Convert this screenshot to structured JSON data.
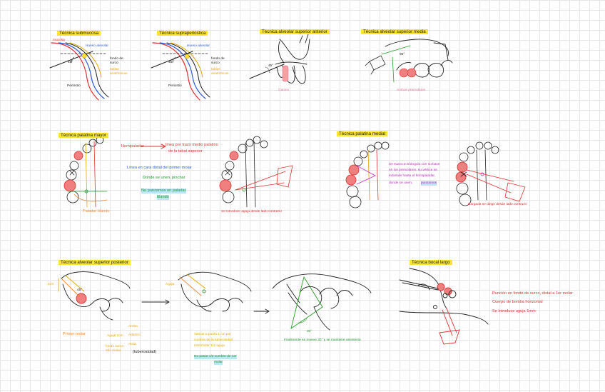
{
  "titles": {
    "submucosa": "Técnica submucosa",
    "supraperiostica": "Técnica supraperiostica",
    "alveolar_sup_anterior": "Técnica alveolar superior anterior",
    "alveolar_sup_media": "Técnica alveolar superior media",
    "palatina_mayor": "Técnica palatina mayor",
    "palatina_medial": "Técnica palatina medial",
    "alveolar_sup_posterior": "Técnica alveolar superior posterior",
    "bucal_largo": "Técnica bucal largo"
  },
  "labels": {
    "mucosa": "mucosa",
    "hueso_alveolar_1": "Hueso alveolar",
    "fondo_surco_1": "fondo de surco",
    "tablas_anat_1": "tablas anatómicas",
    "periostio_1": "Periostio",
    "angle_45_1": "45°",
    "hueso_alveolar_2": "Hueso alveolar",
    "fondo_surco_2": "fondo de surco",
    "tablas_anat_2": "tablas anatómicas",
    "periostio_2": "Periostio",
    "angle_45_2": "45°",
    "angle_45_3": "45°",
    "canino": "Canino",
    "angle_90": "90°",
    "ambos_premolares": "Ambos premolares",
    "hemipaladar": "Hemipaladar",
    "linea_trazo_1": "línea por trazo medio palatino",
    "linea_trazo_2": "de la tabal superior",
    "linea_cara_distal": "Línea en cara distal del primer molar",
    "donde_se_unen": "Donde se unen, pinchar",
    "no_punzar_1": "No punzamos en paladar",
    "no_punzar_2": "blando",
    "paladar_blando": "Paladar blando",
    "contrario_1": "Se introduce aguja desde lado contrario",
    "medial_note_1": "Se traza un triángulo con su base",
    "medial_note_2": "en los premolares, su vértice se",
    "medial_note_3": "extiende hasta el hemipaladar,",
    "medial_note_4": "donde se unen,",
    "medial_note_punzar": "punzamos",
    "contrario_2": "Cargada se dirige desde lado contrario",
    "posterior_1cm": "1cm",
    "posterior_premolar": "Primer molar",
    "posterior_angle_45": "45°",
    "arriba": "Arriba",
    "adentro": "Adentro",
    "atras": "Atrás",
    "tuberosidad": "(tuberosidad)",
    "fondo_surco_2do": "fondo surco 2do molar",
    "aguja_1cm": "Aguja 1cm",
    "aguja_label": "Aguja",
    "punta_1": "Vamos a punta 1 cm por",
    "punta_2": "cumbre de la tuberosidad",
    "punta_3": "retromolar 1/2 aguja",
    "no_pasar_1": "No pasar 1/2 cumbre de 1er",
    "no_pasar_2": "molar",
    "angle_30": "30°",
    "finalmente": "Finalmente se mueve 30° y se mantiene anestesia",
    "bucal_1": "Punción en fondo de surco, distal a 1er molar",
    "bucal_2": "Cuerpo de bomba horizontal",
    "bucal_3": "Se introduce aguja 1mm"
  }
}
